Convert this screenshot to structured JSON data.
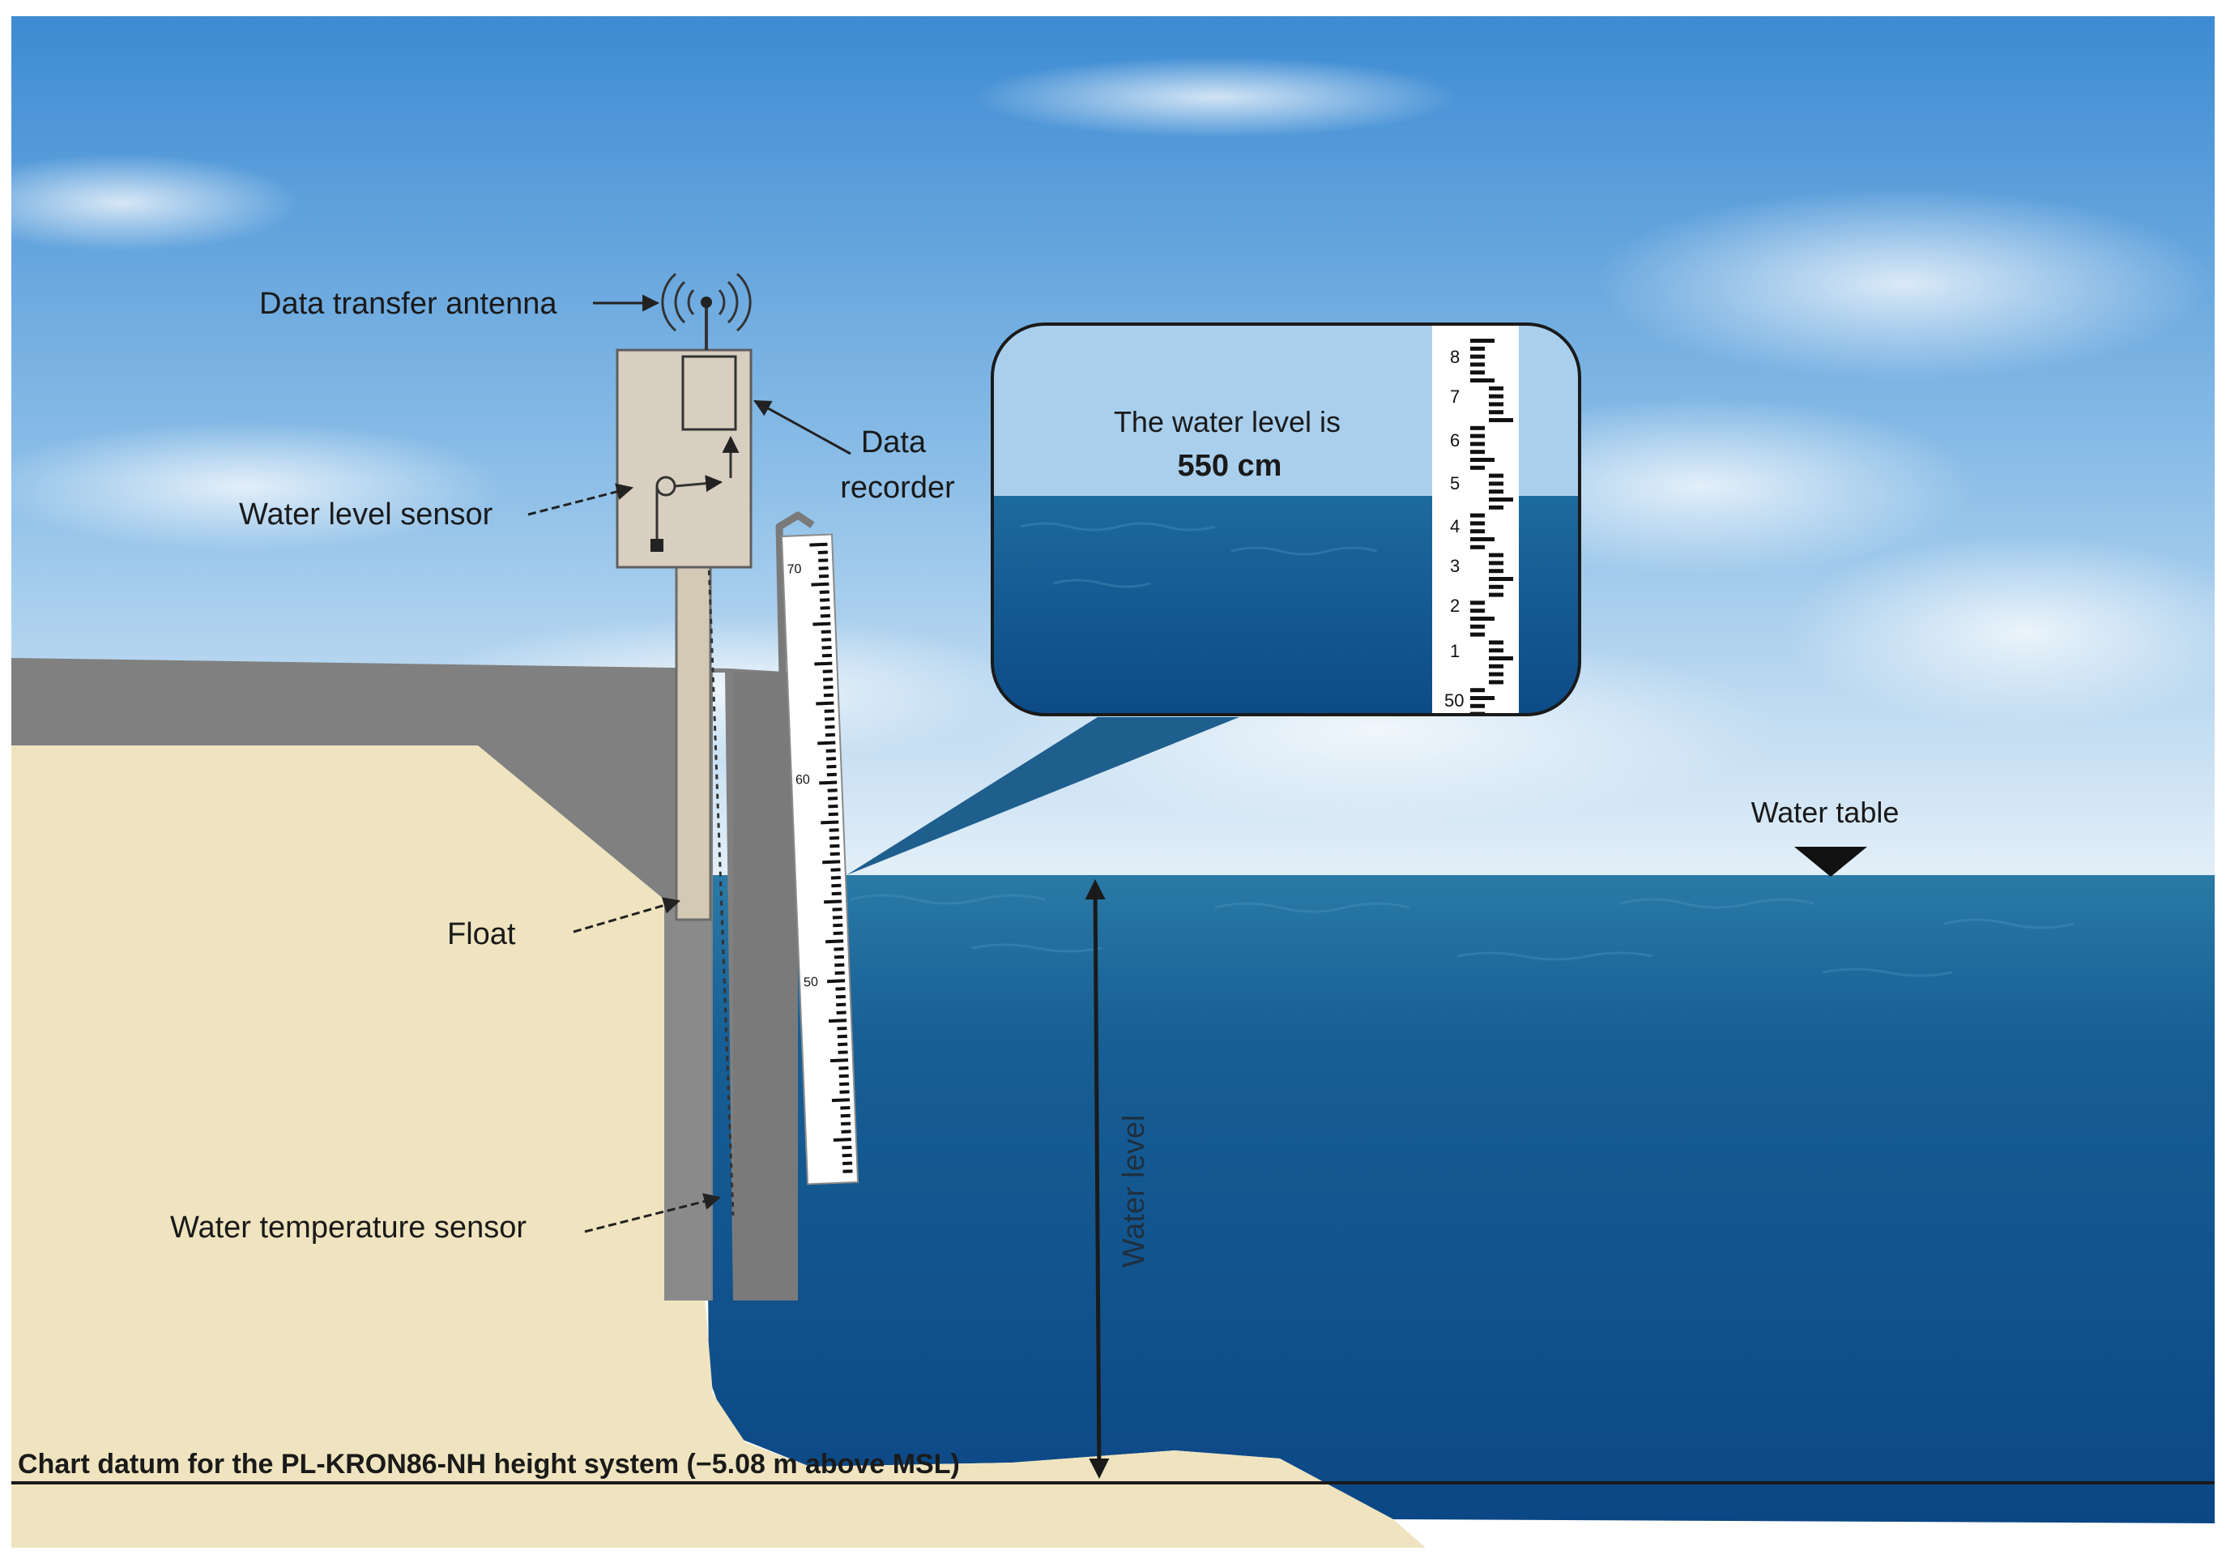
{
  "labels": {
    "antenna": "Data transfer antenna",
    "recorder_line1": "Data",
    "recorder_line2": "recorder",
    "level_sensor": "Water level sensor",
    "float": "Float",
    "temp_sensor": "Water temperature sensor",
    "water_table": "Water table",
    "water_level_axis": "Water level",
    "datum": "Chart datum for the PL-KRON86-NH height system (−5.08 m above MSL)"
  },
  "callout": {
    "line1": "The water level is",
    "value": "550 cm"
  },
  "zoom_gauge": {
    "numbers": [
      "8",
      "7",
      "6",
      "5",
      "4",
      "3",
      "2",
      "1",
      "50"
    ]
  },
  "staff_gauge": {
    "major_labels": [
      "70",
      "60",
      "50"
    ]
  },
  "colors": {
    "sky_top": "#3f8fd6",
    "sky_bottom": "#dcebf6",
    "sand": "#efe4bf",
    "concrete": "#7f7f7f",
    "water_surface": "#1f6d9c",
    "water_deep": "#0d4a86",
    "box": "#d8cfc0"
  }
}
